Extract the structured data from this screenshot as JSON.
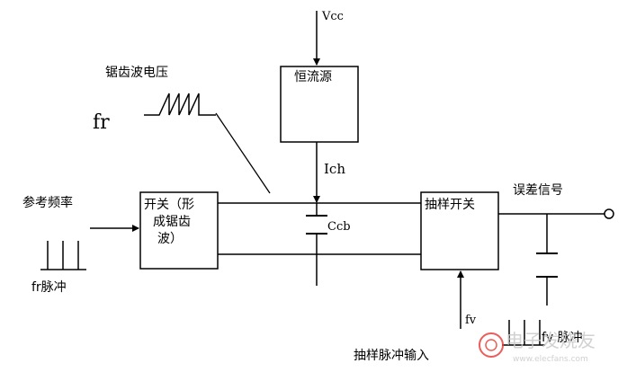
{
  "labels": {
    "vcc": "Vcc",
    "current_source": "恒流源",
    "ich": "Ich",
    "sawtooth_voltage": "锯齿波电压",
    "fr": "fr",
    "reference_frequency": "参考频率",
    "fr_pulse": "fr脉冲",
    "switch_line1": "开关（形",
    "switch_line2": "成锯齿",
    "switch_line3": "波）",
    "ccb": "Ccb",
    "sample_switch": "抽样开关",
    "error_signal": "误差信号",
    "fv": "fv",
    "fv_pulse": "fv 脉冲",
    "sample_pulse_input": "抽样脉冲输入"
  },
  "watermark": {
    "text": "电子发烧友",
    "url": "www.elecfans.com"
  },
  "colors": {
    "line": "#000000",
    "background": "#ffffff",
    "watermark_red": "#e8413c",
    "watermark_gray": "#c9c9c9"
  }
}
